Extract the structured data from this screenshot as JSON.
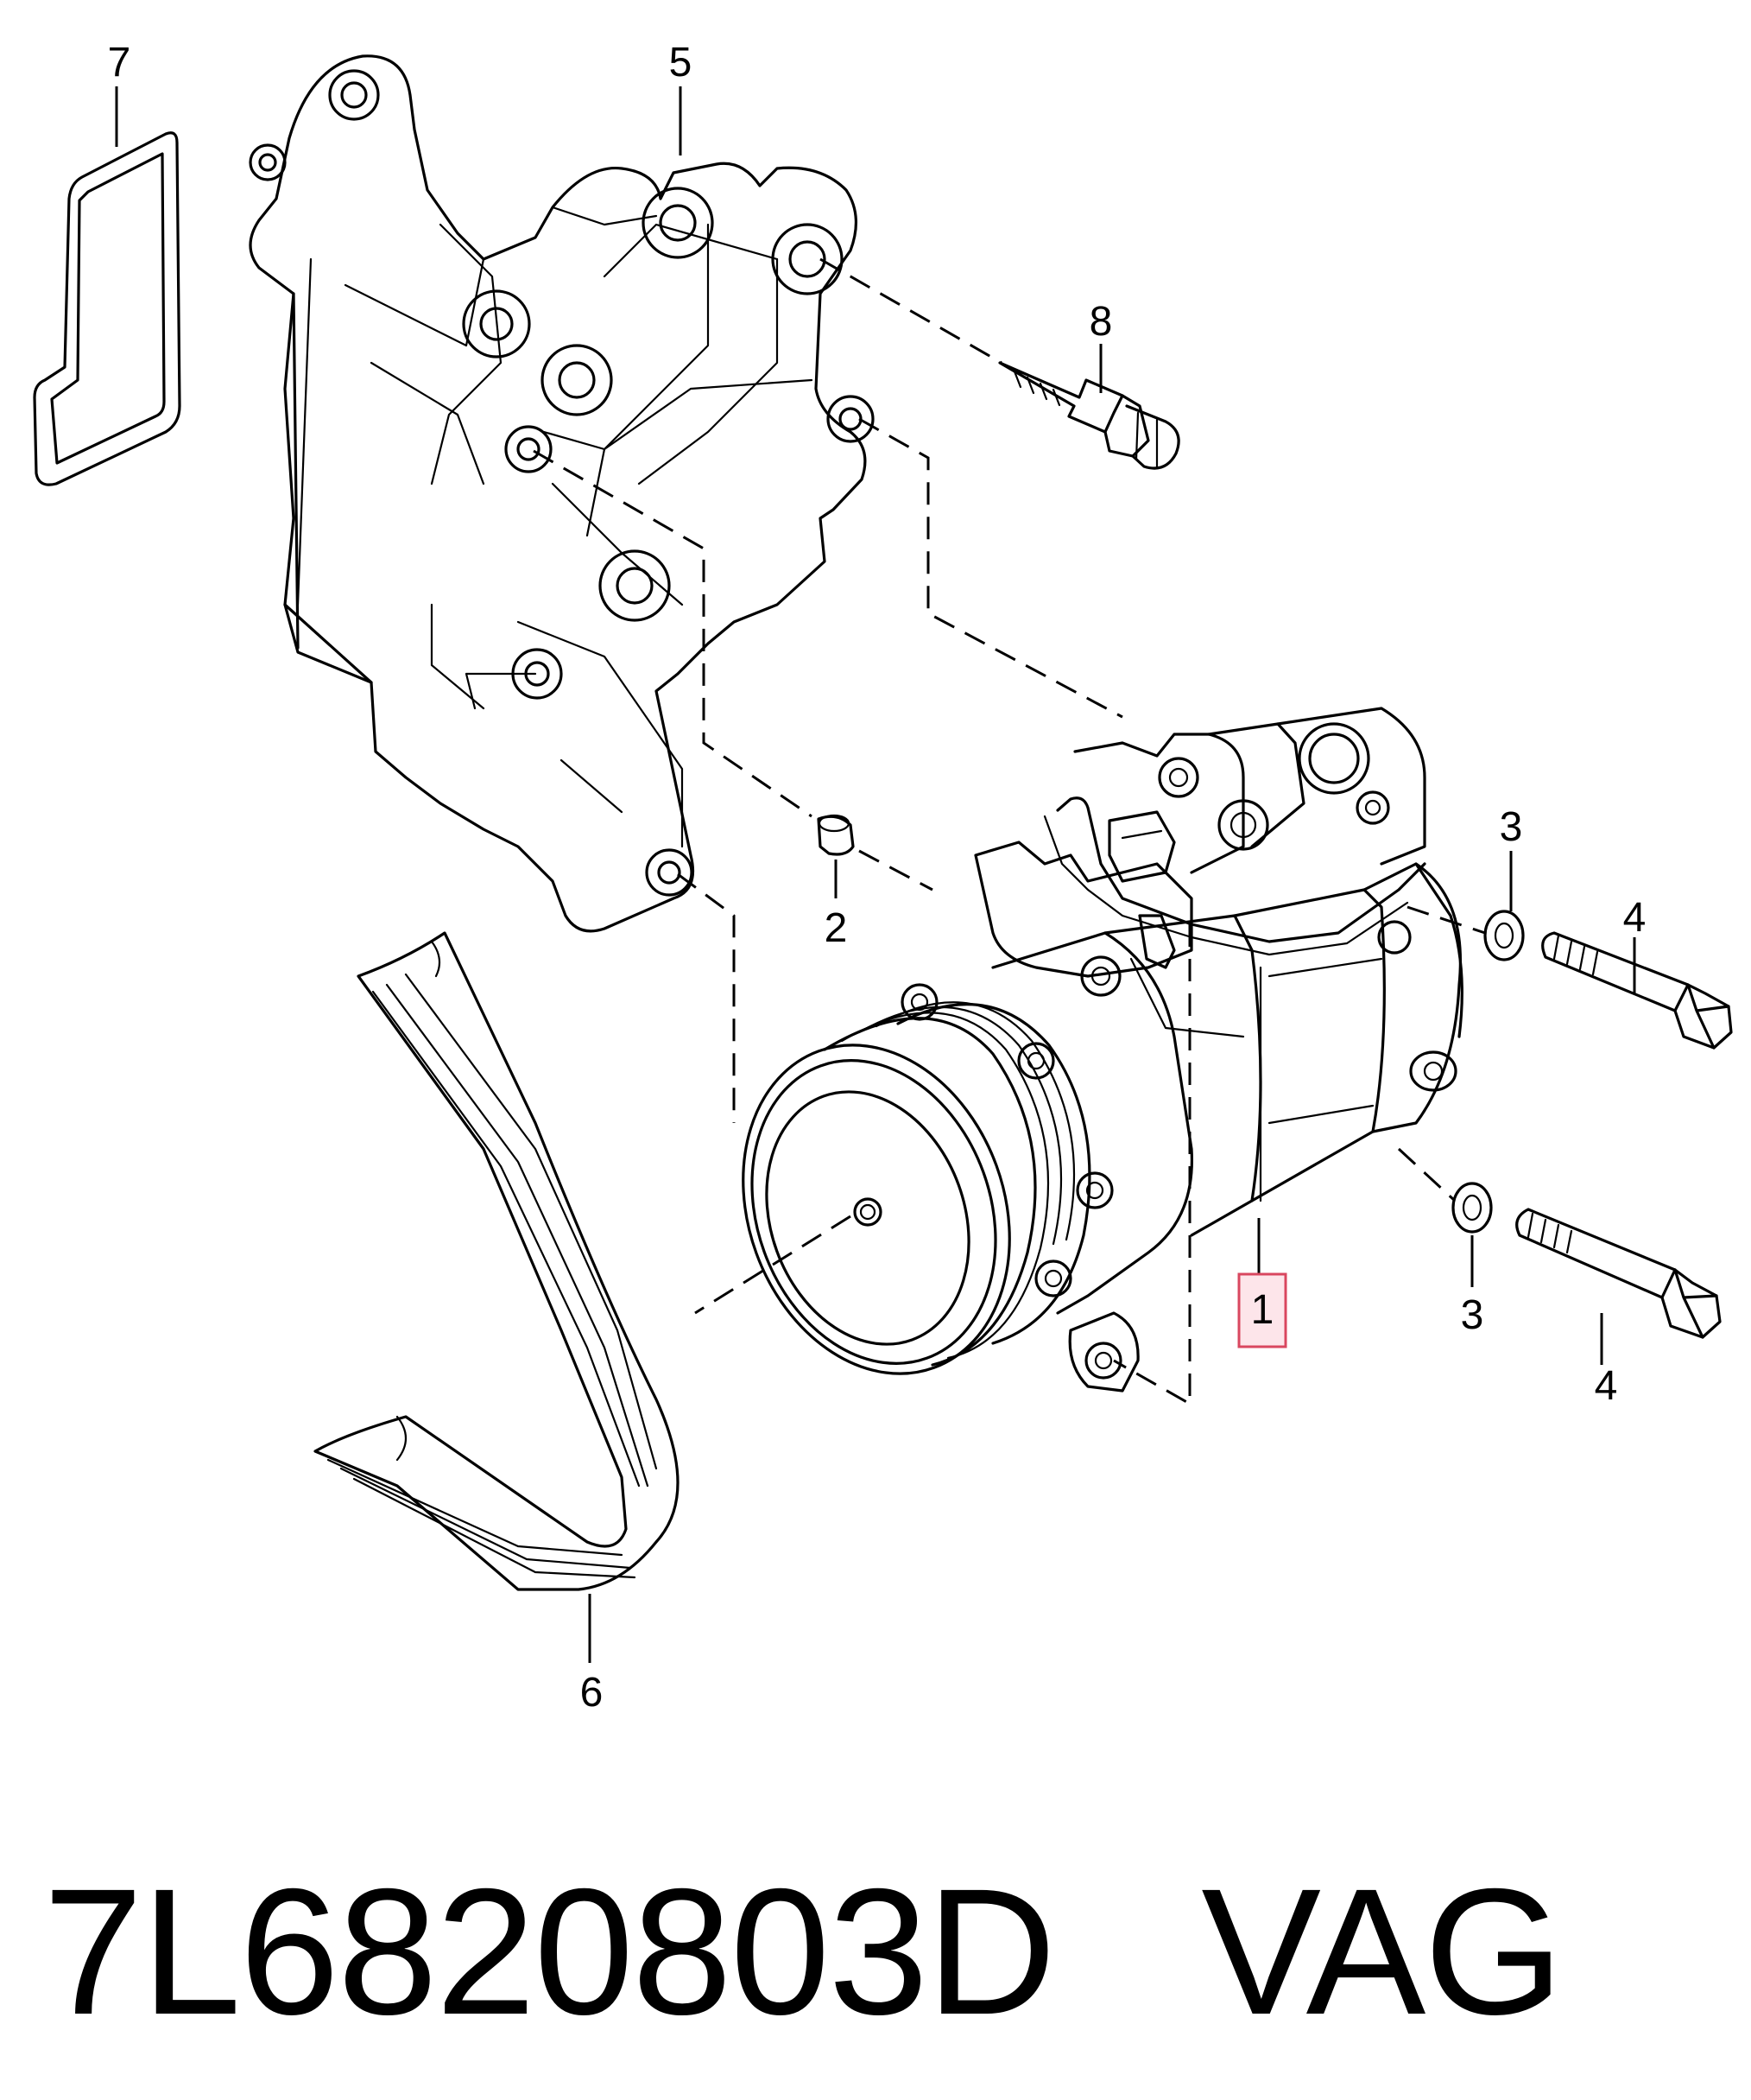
{
  "callouts": [
    {
      "id": "p1",
      "label": "1",
      "highlighted": true
    },
    {
      "id": "p2",
      "label": "2"
    },
    {
      "id": "p3a",
      "label": "3"
    },
    {
      "id": "p3b",
      "label": "3"
    },
    {
      "id": "p4a",
      "label": "4"
    },
    {
      "id": "p4b",
      "label": "4"
    },
    {
      "id": "p5",
      "label": "5"
    },
    {
      "id": "p6",
      "label": "6"
    },
    {
      "id": "p7",
      "label": "7"
    },
    {
      "id": "p8",
      "label": "8"
    }
  ],
  "footer": {
    "part_number": "7L6820803D",
    "brand": "VAG"
  },
  "colors": {
    "line": "#000000",
    "highlight_fill": "#fde5ea",
    "highlight_stroke": "#d9475f",
    "background": "#ffffff"
  }
}
